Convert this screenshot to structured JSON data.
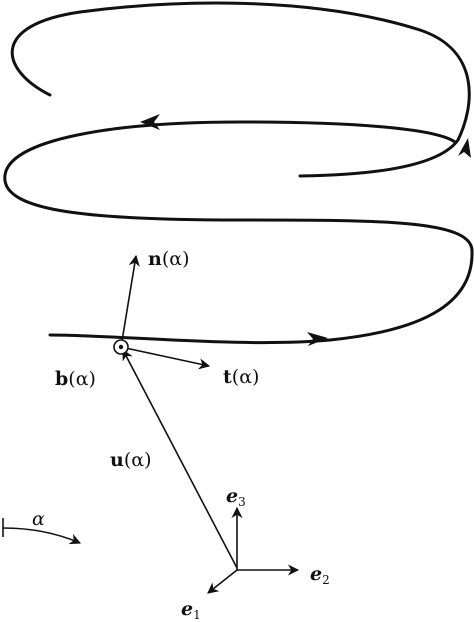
{
  "labels": {
    "normal": {
      "vector": "n",
      "argument": "(α)"
    },
    "binormal": {
      "vector": "b",
      "argument": "(α)"
    },
    "tangent": {
      "vector": "t",
      "argument": "(α)"
    },
    "position": {
      "vector": "u",
      "argument": "(α)"
    },
    "parameter": "α",
    "e1": {
      "symbol": "e",
      "index": "1"
    },
    "e2": {
      "symbol": "e",
      "index": "2"
    },
    "e3": {
      "symbol": "e",
      "index": "3"
    }
  },
  "colors": {
    "ink": "#111111",
    "background": "#ffffff"
  }
}
